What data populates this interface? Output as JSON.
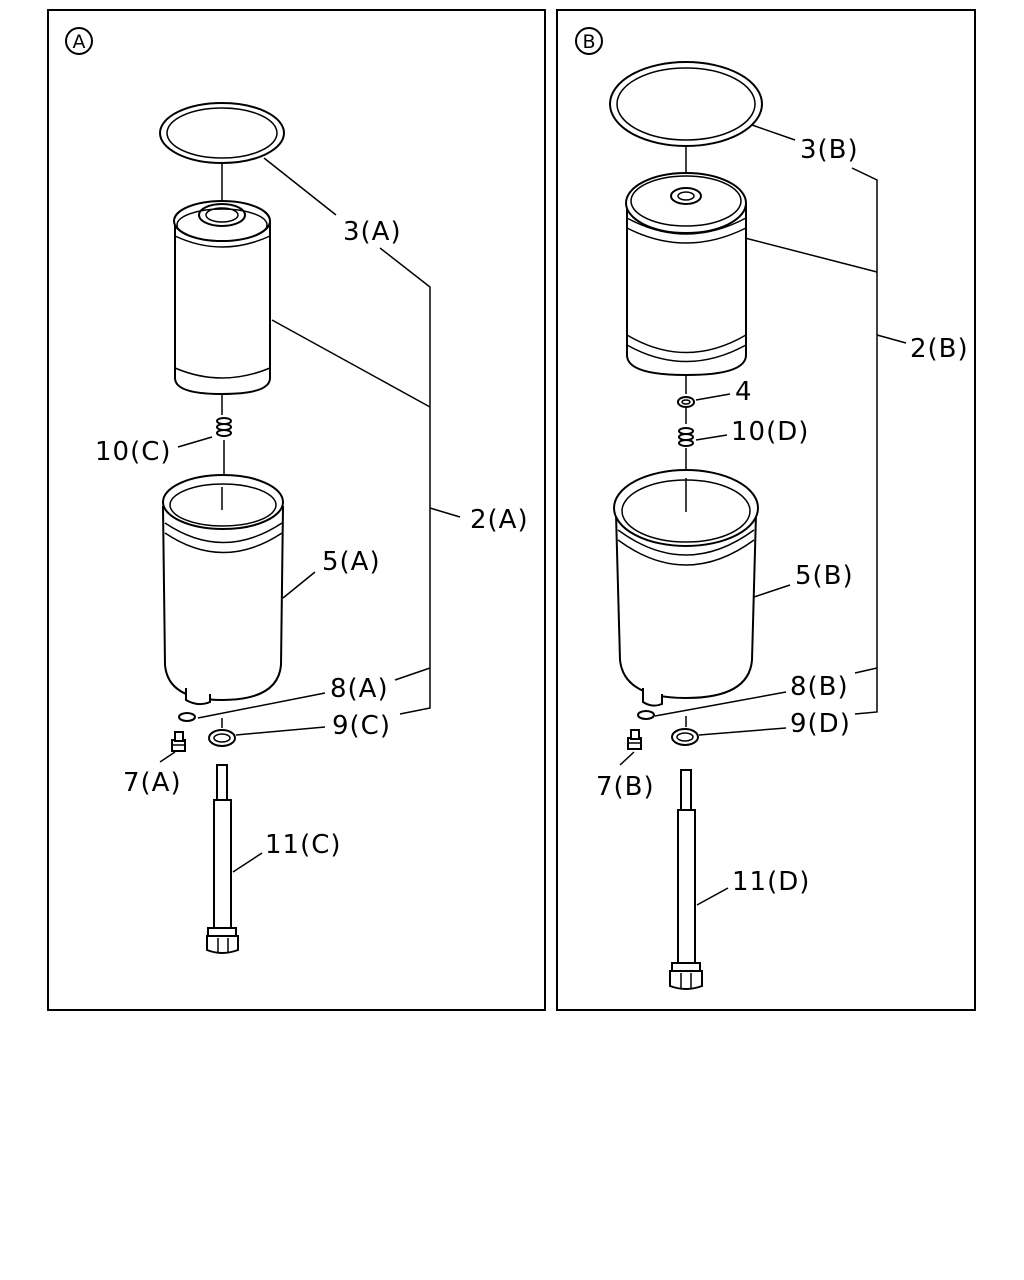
{
  "panels": [
    {
      "id": "A",
      "badge": "A",
      "labels": {
        "p3": "3(A)",
        "p2": "2(A)",
        "p10": "10(C)",
        "p5": "5(A)",
        "p8": "8(A)",
        "p9": "9(C)",
        "p7": "7(A)",
        "p11": "11(C)"
      }
    },
    {
      "id": "B",
      "badge": "B",
      "labels": {
        "p3": "3(B)",
        "p2": "2(B)",
        "p4": "4",
        "p10": "10(D)",
        "p5": "5(B)",
        "p8": "8(B)",
        "p9": "9(D)",
        "p7": "7(B)",
        "p11": "11(D)"
      }
    }
  ]
}
